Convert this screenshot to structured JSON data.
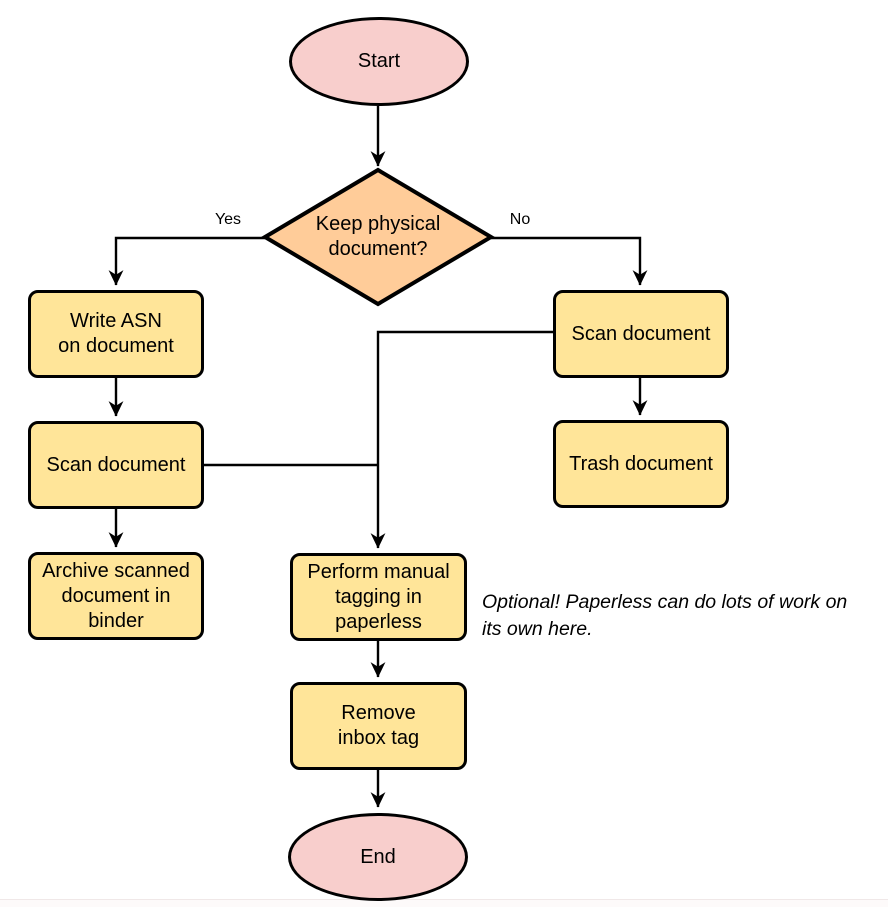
{
  "nodes": {
    "start": {
      "label": "Start",
      "type": "terminator"
    },
    "decision": {
      "label": "Keep physical\ndocument?",
      "type": "decision"
    },
    "write_asn": {
      "label": "Write ASN\non document",
      "type": "process"
    },
    "scan_left": {
      "label": "Scan document",
      "type": "process"
    },
    "archive": {
      "label": "Archive scanned\ndocument in\nbinder",
      "type": "process"
    },
    "scan_right": {
      "label": "Scan document",
      "type": "process"
    },
    "trash": {
      "label": "Trash document",
      "type": "process"
    },
    "tagging": {
      "label": "Perform manual\ntagging in\npaperless",
      "type": "process"
    },
    "remove_inbox": {
      "label": "Remove\ninbox tag",
      "type": "process"
    },
    "end": {
      "label": "End",
      "type": "terminator"
    }
  },
  "edge_labels": {
    "yes": "Yes",
    "no": "No"
  },
  "annotation": {
    "text": "Optional! Paperless can do lots of work on\nits own here."
  },
  "colors": {
    "process_fill": "#ffe599",
    "decision_fill": "#ffcc99",
    "terminator_fill": "#f8cecc",
    "stroke": "#000000",
    "footer_line": "#f0e8e8",
    "footer_strip": "#fdfafa"
  }
}
